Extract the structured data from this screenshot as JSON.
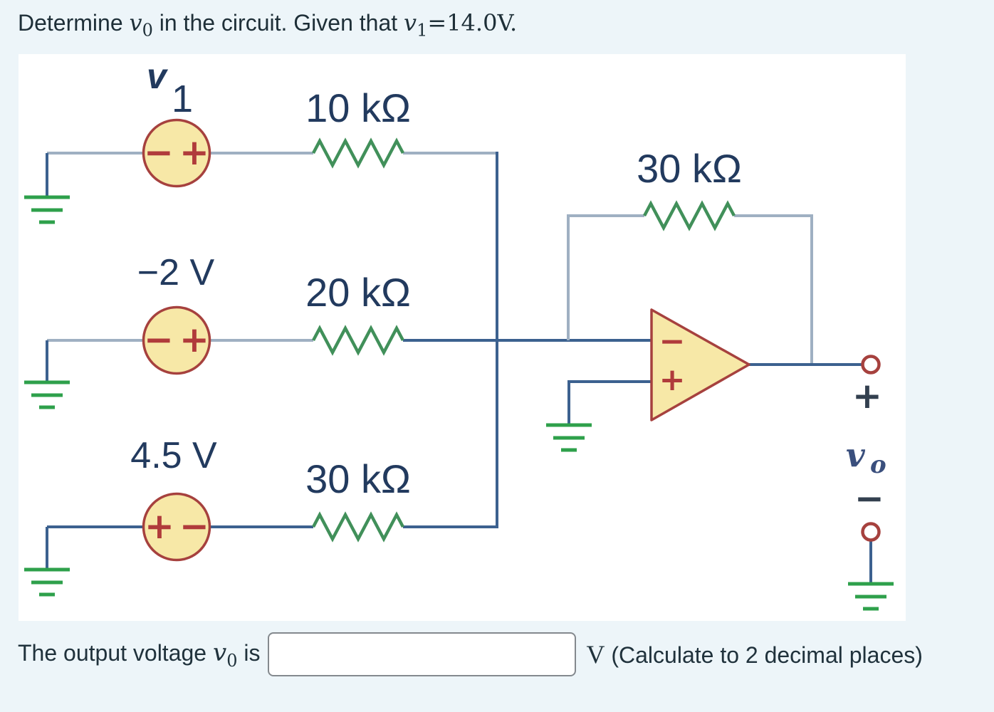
{
  "title": {
    "part1": "Determine ",
    "math1_base": "v",
    "math1_sub": "0",
    "part2": " in the circuit. Given that ",
    "math2_base": "v",
    "math2_sub": "1",
    "part3": "=14.0V."
  },
  "circuit": {
    "source1": {
      "label_base": "v",
      "label_sub": "1",
      "sign_left": "−",
      "sign_right": "+"
    },
    "source2": {
      "label": "−2 V",
      "sign_left": "−",
      "sign_right": "+"
    },
    "source3": {
      "label": "4.5 V",
      "sign_left": "+",
      "sign_right": "−"
    },
    "resistor1_label": "10 kΩ",
    "resistor2_label": "20 kΩ",
    "resistor3_label": "30 kΩ",
    "feedback_resistor_label": "30 kΩ",
    "opamp": {
      "inverting_sign": "−",
      "noninverting_sign": "+"
    },
    "output": {
      "plus_sign": "+",
      "label_base": "v",
      "label_sub": "o",
      "minus_sign": "−"
    }
  },
  "answer": {
    "label_part1": "The output voltage ",
    "label_math_base": "v",
    "label_math_sub": "0",
    "label_part2": " is",
    "input_value": "",
    "unit": "V",
    "note": " (Calculate to 2 decimal places)"
  },
  "colors": {
    "page_bg": "#edf5f9",
    "panel_bg": "#ffffff",
    "title_color": "#1e2f38",
    "text_dark": "#20323c",
    "label_navy": "#223a5e",
    "wire_blue": "#3c618f",
    "wire_gray": "#9fb0c2",
    "resistor_green": "#41905a",
    "ground_green": "#2ea04b",
    "source_fill": "#f7e8a7",
    "source_border": "#a6413e",
    "sign_red": "#b03b3b",
    "out_sign": "#33404f",
    "vo_color": "#3a4f7d",
    "input_border": "#84898e"
  }
}
